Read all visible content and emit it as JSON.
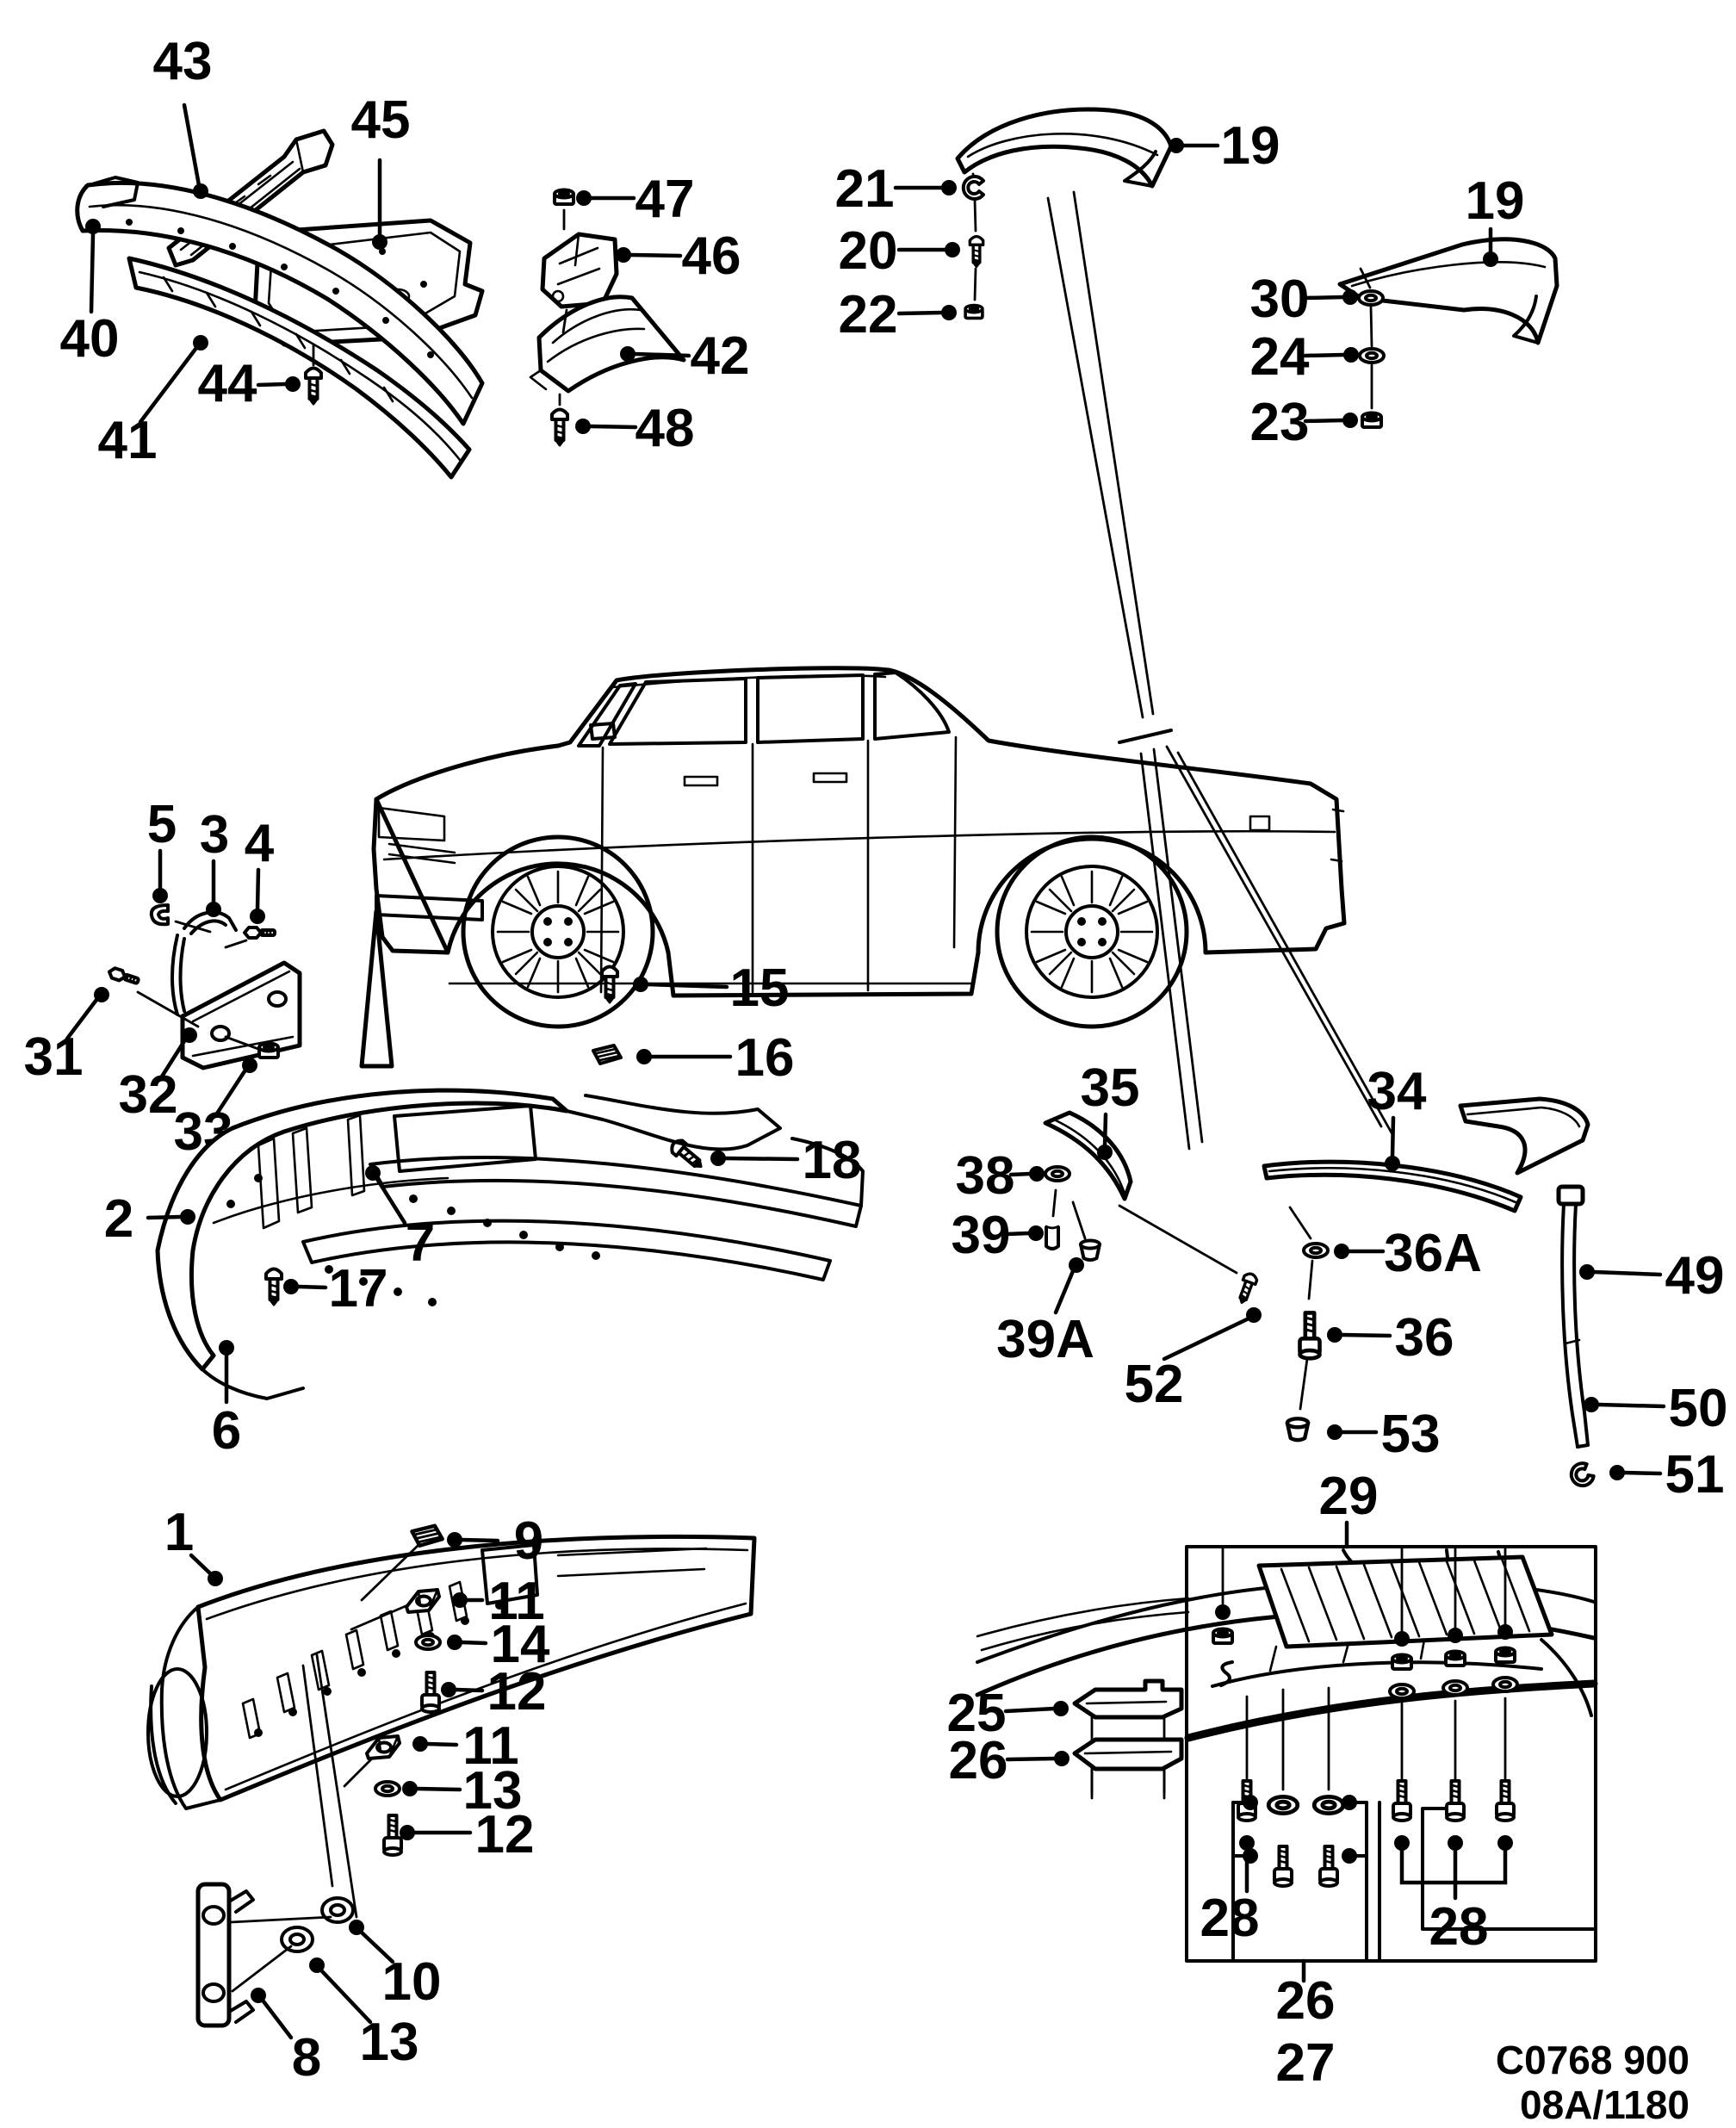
{
  "diagram": {
    "kind": "exploded-parts-diagram",
    "footer": {
      "drawing_code": "C0768 900",
      "sheet_code": "08A/1180"
    }
  },
  "labels": {
    "n1": "1",
    "n2": "2",
    "n3": "3",
    "n4": "4",
    "n5": "5",
    "n6": "6",
    "n7": "7",
    "n8": "8",
    "n9": "9",
    "n10": "10",
    "n11": "11",
    "n12": "12",
    "n13": "13",
    "n14": "14",
    "n15": "15",
    "n16": "16",
    "n17": "17",
    "n18": "18",
    "n19": "19",
    "n20": "20",
    "n21": "21",
    "n22": "22",
    "n23": "23",
    "n24": "24",
    "n25": "25",
    "n26": "26",
    "n27": "27",
    "n28": "28",
    "n29": "29",
    "n30": "30",
    "n31": "31",
    "n32": "32",
    "n33": "33",
    "n34": "34",
    "n35": "35",
    "n36": "36",
    "n36A": "36A",
    "n38": "38",
    "n39": "39",
    "n39A": "39A",
    "n40": "40",
    "n41": "41",
    "n42": "42",
    "n43": "43",
    "n44": "44",
    "n45": "45",
    "n46": "46",
    "n47": "47",
    "n48": "48",
    "n49": "49",
    "n50": "50",
    "n51": "51",
    "n52": "52",
    "n53": "53"
  }
}
